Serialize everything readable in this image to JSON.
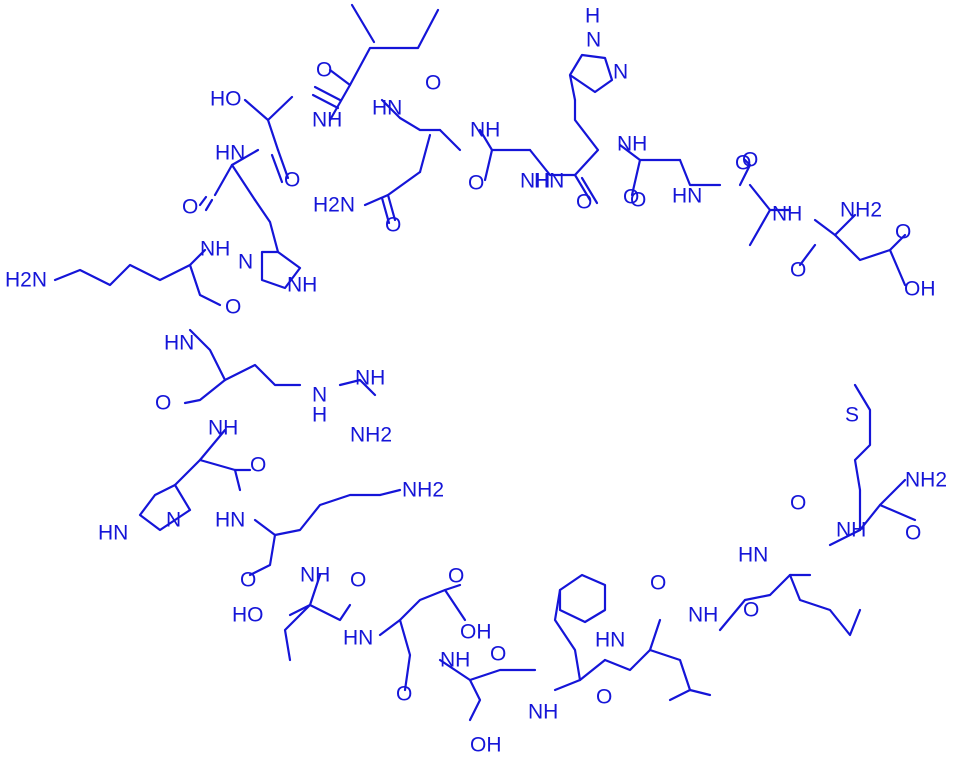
{
  "colors": {
    "ink": "#1515d8",
    "background": "#ffffff"
  },
  "labels": [
    {
      "id": "ho-ser-top",
      "text": "HO"
    },
    {
      "id": "nh-1",
      "text": "NH"
    },
    {
      "id": "hn-1",
      "text": "HN"
    },
    {
      "id": "o-1",
      "text": "O"
    },
    {
      "id": "o-2",
      "text": "O"
    },
    {
      "id": "nh-2",
      "text": "NH"
    },
    {
      "id": "hn-2",
      "text": "HN"
    },
    {
      "id": "o-3",
      "text": "O"
    },
    {
      "id": "o-4",
      "text": "O"
    },
    {
      "id": "o-5",
      "text": "O"
    },
    {
      "id": "nh-3",
      "text": "NH"
    },
    {
      "id": "his-top-hn",
      "text": "H"
    },
    {
      "id": "his-top-n1",
      "text": "N"
    },
    {
      "id": "his-top-n2",
      "text": "N"
    },
    {
      "id": "nh-4",
      "text": "NH"
    },
    {
      "id": "o-6",
      "text": "O"
    },
    {
      "id": "hn-3",
      "text": "HN"
    },
    {
      "id": "o-7",
      "text": "O"
    },
    {
      "id": "h2n-gln",
      "text": "H2N"
    },
    {
      "id": "o-8",
      "text": "O"
    },
    {
      "id": "hn-4",
      "text": "HN"
    },
    {
      "id": "o-9",
      "text": "O"
    },
    {
      "id": "o-10",
      "text": "O"
    },
    {
      "id": "nh-5",
      "text": "NH"
    },
    {
      "id": "nh2-asp",
      "text": "NH2"
    },
    {
      "id": "o-11",
      "text": "O"
    },
    {
      "id": "o-12",
      "text": "O"
    },
    {
      "id": "oh-asp-top",
      "text": "OH"
    },
    {
      "id": "o-13",
      "text": "O"
    },
    {
      "id": "nh-6",
      "text": "NH"
    },
    {
      "id": "his-n-left1",
      "text": "N"
    },
    {
      "id": "his-nh-left",
      "text": "NH"
    },
    {
      "id": "h2n-lys1",
      "text": "H2N"
    },
    {
      "id": "o-14",
      "text": "O"
    },
    {
      "id": "hn-5",
      "text": "HN"
    },
    {
      "id": "nh-arg",
      "text": "NH"
    },
    {
      "id": "hn-arg",
      "text": "H"
    },
    {
      "id": "n-arg",
      "text": "N"
    },
    {
      "id": "nh2-arg",
      "text": "NH2"
    },
    {
      "id": "o-15",
      "text": "O"
    },
    {
      "id": "nh-7",
      "text": "NH"
    },
    {
      "id": "o-16",
      "text": "O"
    },
    {
      "id": "his-hn-left2",
      "text": "HN"
    },
    {
      "id": "his-n-left2",
      "text": "N"
    },
    {
      "id": "nh2-lys2",
      "text": "NH2"
    },
    {
      "id": "hn-6",
      "text": "HN"
    },
    {
      "id": "o-17",
      "text": "O"
    },
    {
      "id": "nh-8",
      "text": "NH"
    },
    {
      "id": "o-18",
      "text": "O"
    },
    {
      "id": "ho-thr",
      "text": "HO"
    },
    {
      "id": "o-19",
      "text": "O"
    },
    {
      "id": "oh-asp",
      "text": "OH"
    },
    {
      "id": "hn-7",
      "text": "HN"
    },
    {
      "id": "o-20",
      "text": "O"
    },
    {
      "id": "nh-9",
      "text": "NH"
    },
    {
      "id": "o-21",
      "text": "O"
    },
    {
      "id": "oh-ser-bottom",
      "text": "OH"
    },
    {
      "id": "nh-10",
      "text": "NH"
    },
    {
      "id": "o-22",
      "text": "O"
    },
    {
      "id": "hn-8",
      "text": "HN"
    },
    {
      "id": "o-23",
      "text": "O"
    },
    {
      "id": "nh-11",
      "text": "NH"
    },
    {
      "id": "o-24",
      "text": "O"
    },
    {
      "id": "hn-9",
      "text": "HN"
    },
    {
      "id": "o-25",
      "text": "O"
    },
    {
      "id": "nh-12",
      "text": "NH"
    },
    {
      "id": "o-26",
      "text": "O"
    },
    {
      "id": "nh2-met",
      "text": "NH2"
    },
    {
      "id": "s-met",
      "text": "S"
    }
  ]
}
